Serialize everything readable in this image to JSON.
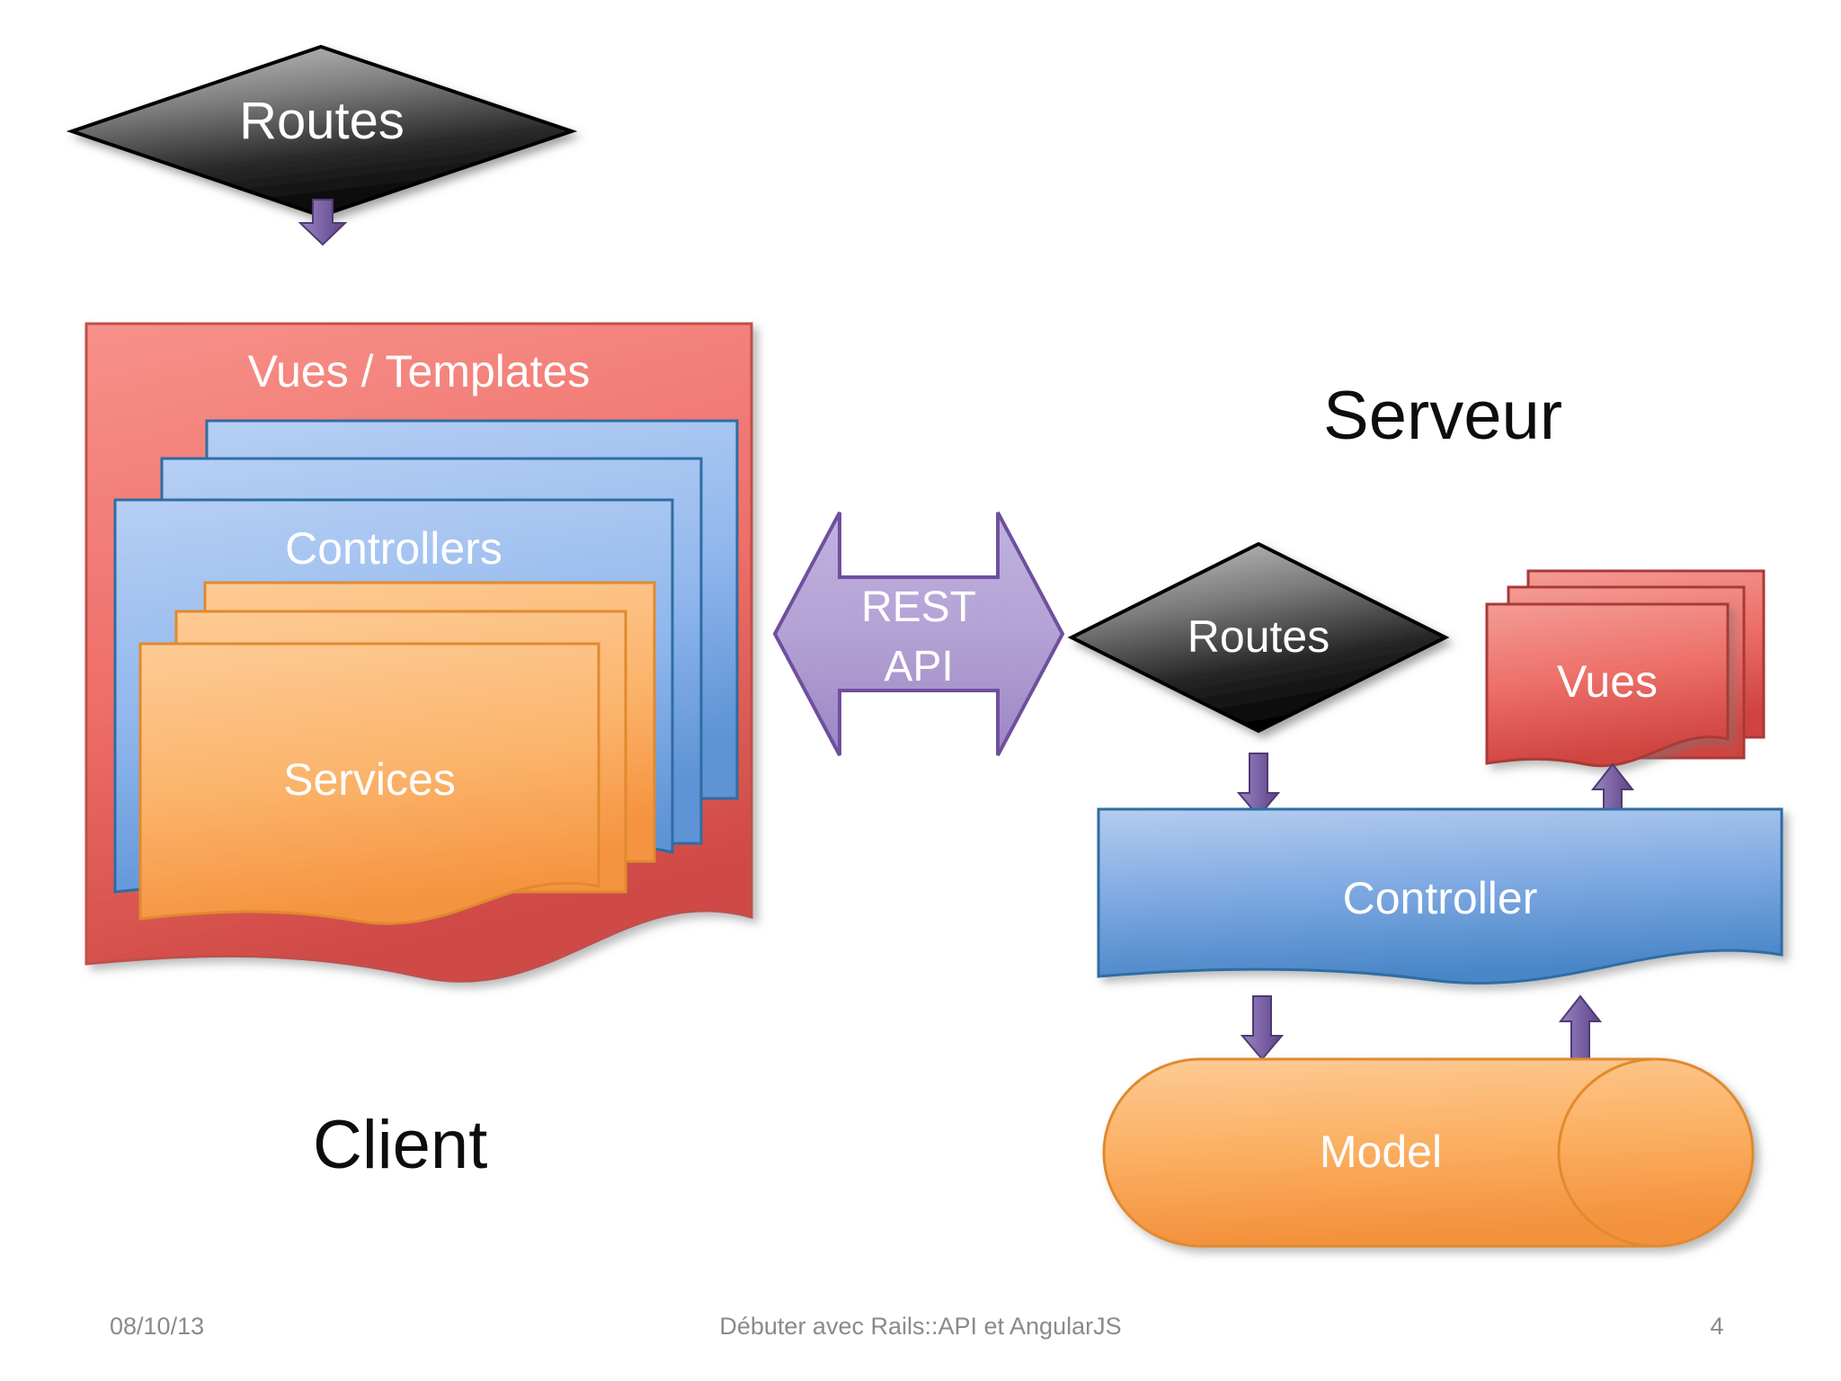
{
  "slide": {
    "number": "4",
    "date": "08/10/13",
    "footer_title": "Débuter avec Rails::API et AngularJS"
  },
  "client": {
    "section_label": "Client",
    "routes_label": "Routes",
    "views_label": "Vues / Templates",
    "controllers_label": "Controllers",
    "services_label": "Services",
    "stack_counts": {
      "views": 1,
      "controllers": 3,
      "services": 3
    }
  },
  "api": {
    "line1": "REST",
    "line2": "API"
  },
  "server": {
    "section_label": "Serveur",
    "routes_label": "Routes",
    "views_label": "Vues",
    "controller_label": "Controller",
    "model_label": "Model",
    "views_count": 3
  },
  "colors": {
    "red_fill_light": "#F58C83",
    "red_fill_dark": "#D24B4B",
    "red_stroke": "#C0504D",
    "blue_fill_light": "#A8C6F0",
    "blue_fill_dark": "#5B9BD5",
    "blue_stroke": "#2E6DA4",
    "orange_fill_light": "#FCBE7E",
    "orange_fill_dark": "#F79646",
    "orange_stroke": "#E36C09",
    "purple_fill": "#B3A2D4",
    "purple_stroke": "#6F4F9E",
    "arrow_fill": "#7A5FA8",
    "diamond_light": "#BFBFBF",
    "diamond_dark": "#101010",
    "footer_gray": "#8A8A8A",
    "text_dark": "#0D0D0D"
  }
}
